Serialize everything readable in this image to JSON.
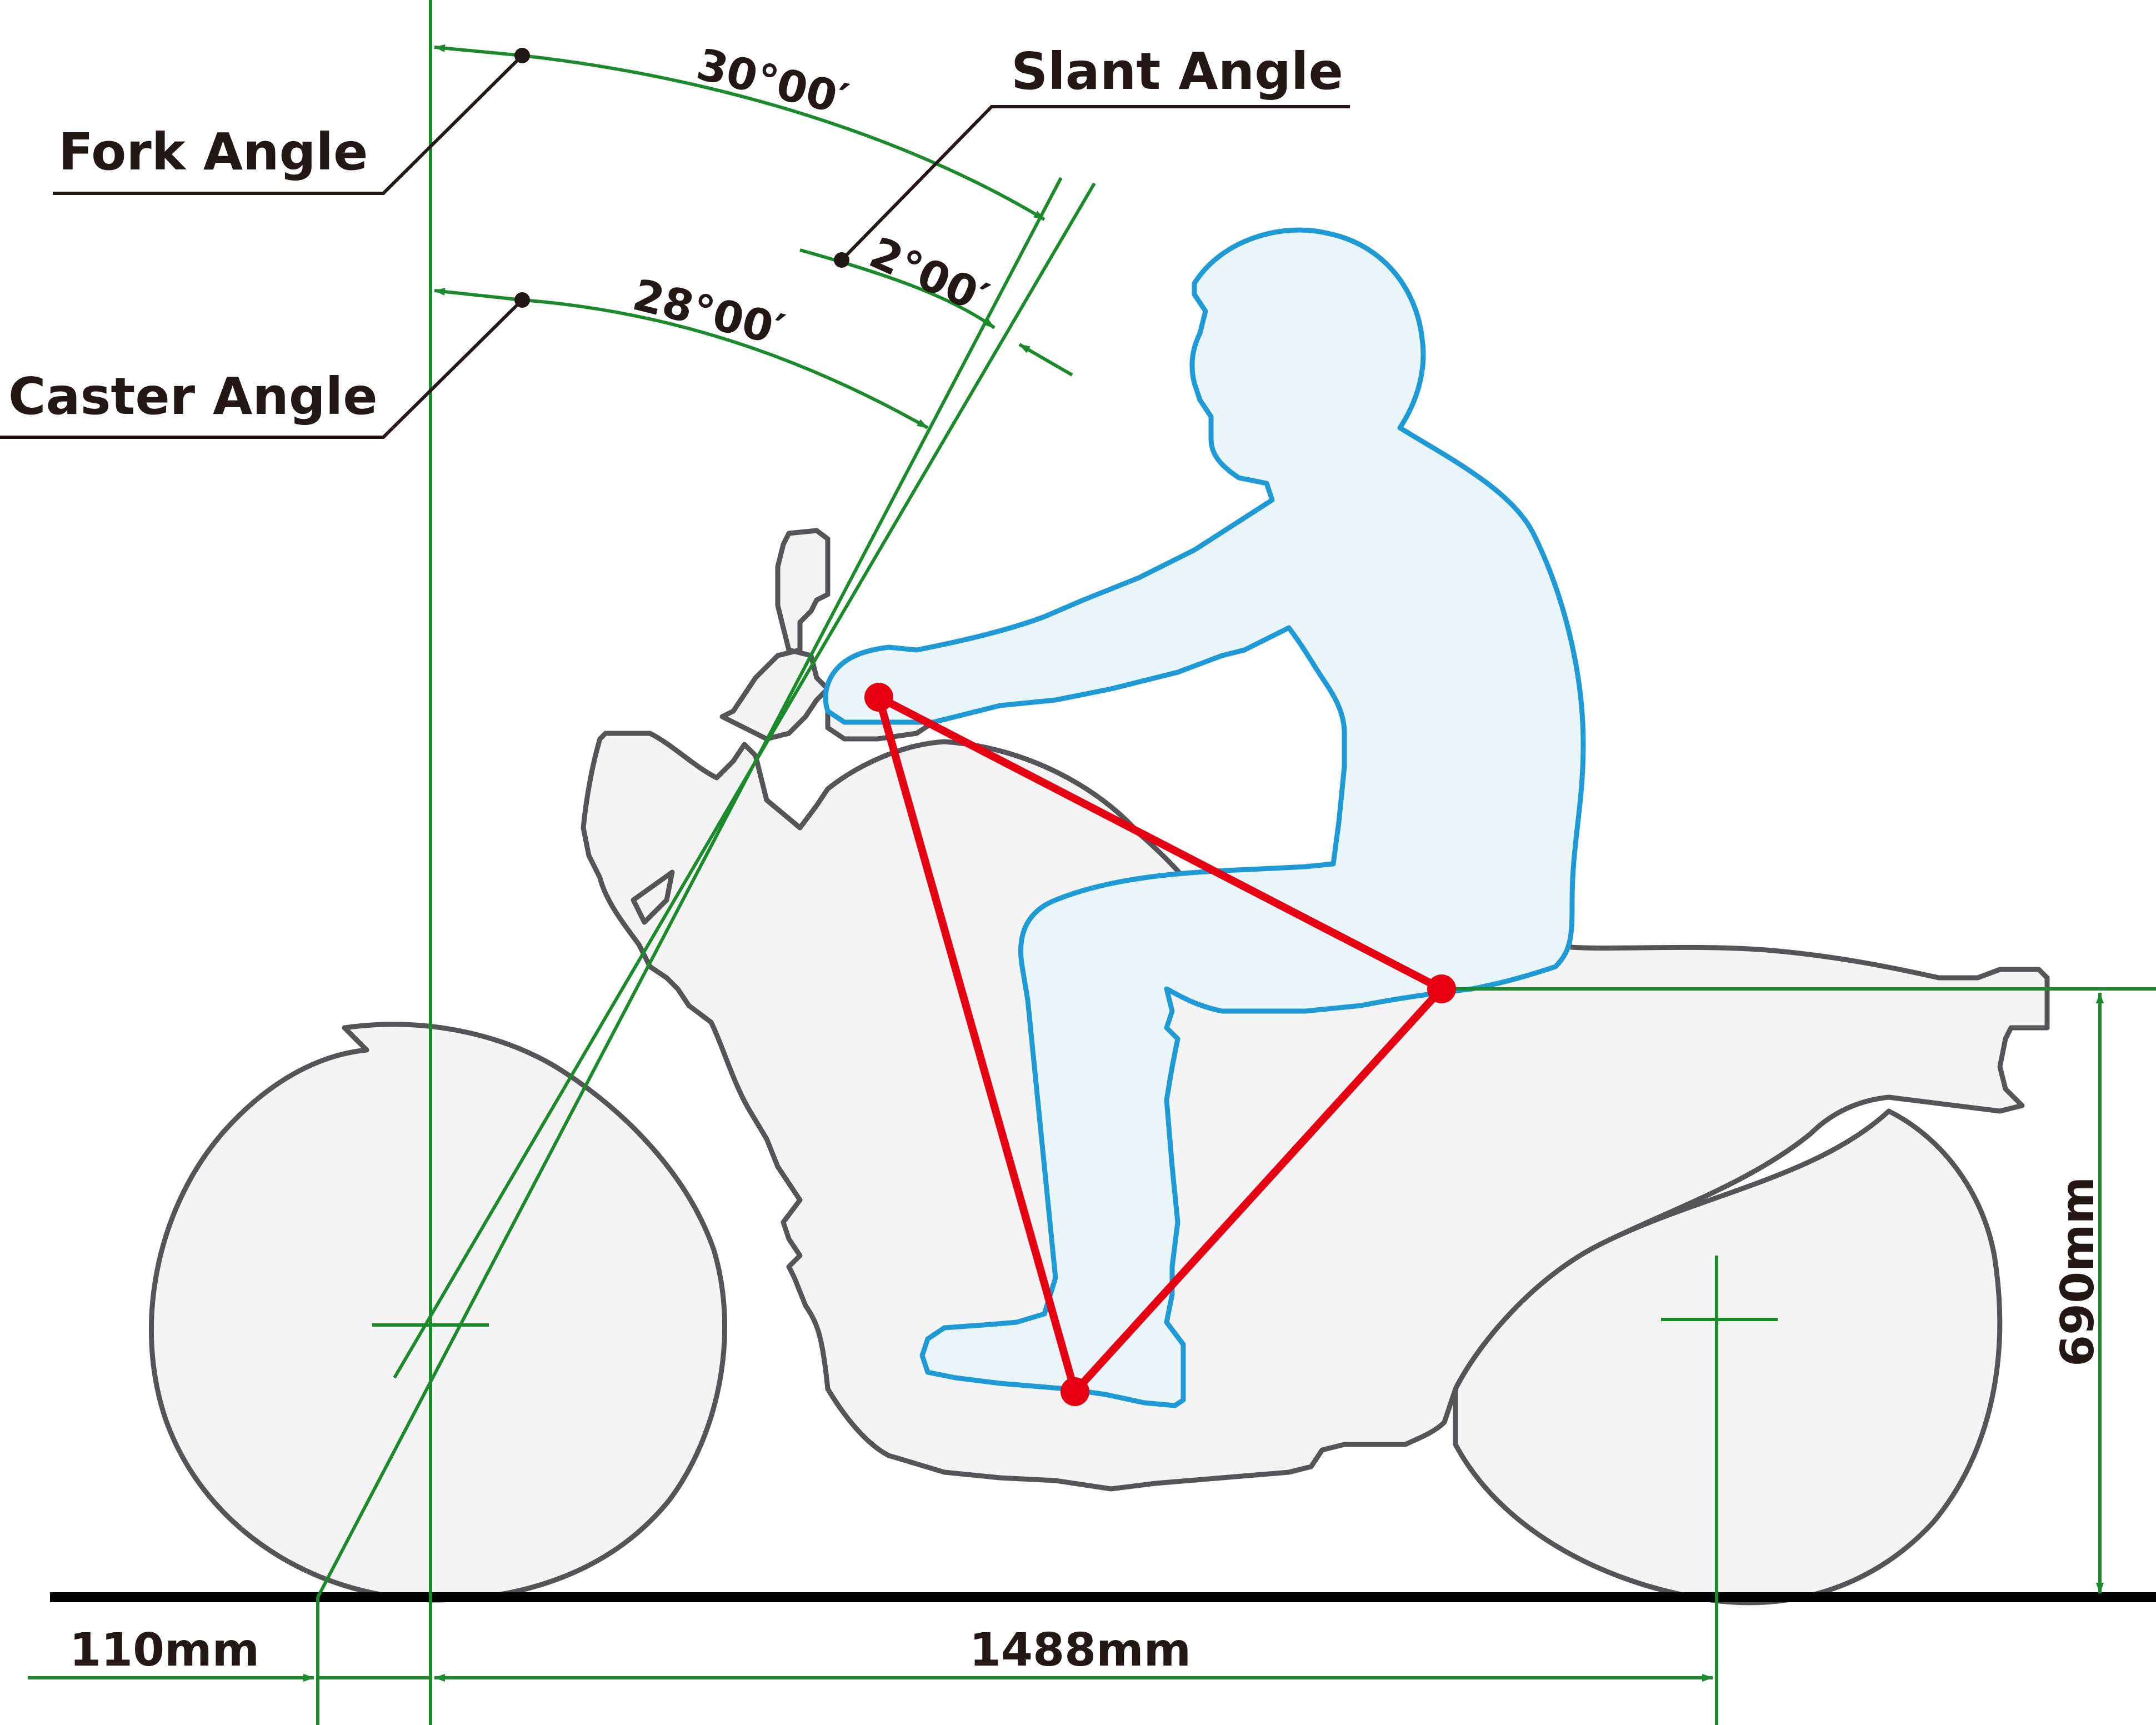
{
  "labels": {
    "fork_angle": "Fork Angle",
    "caster_angle": "Caster Angle",
    "slant_angle": "Slant Angle"
  },
  "angles": {
    "fork": "30°00′",
    "caster": "28°00′",
    "slant": "2°00′"
  },
  "dimensions": {
    "trail": "110mm",
    "wheelbase": "1488mm",
    "seat_height": "690mm"
  },
  "colors": {
    "dimension_lines": "#1a8a2a",
    "rider_outline": "#1e9ad6",
    "rider_fill": "#eaf5fa",
    "bike_outline": "#555459",
    "bike_fill": "#f5f4f5",
    "ergonomic_triangle": "#e60012",
    "ground": "#000000",
    "text": "#231815"
  }
}
